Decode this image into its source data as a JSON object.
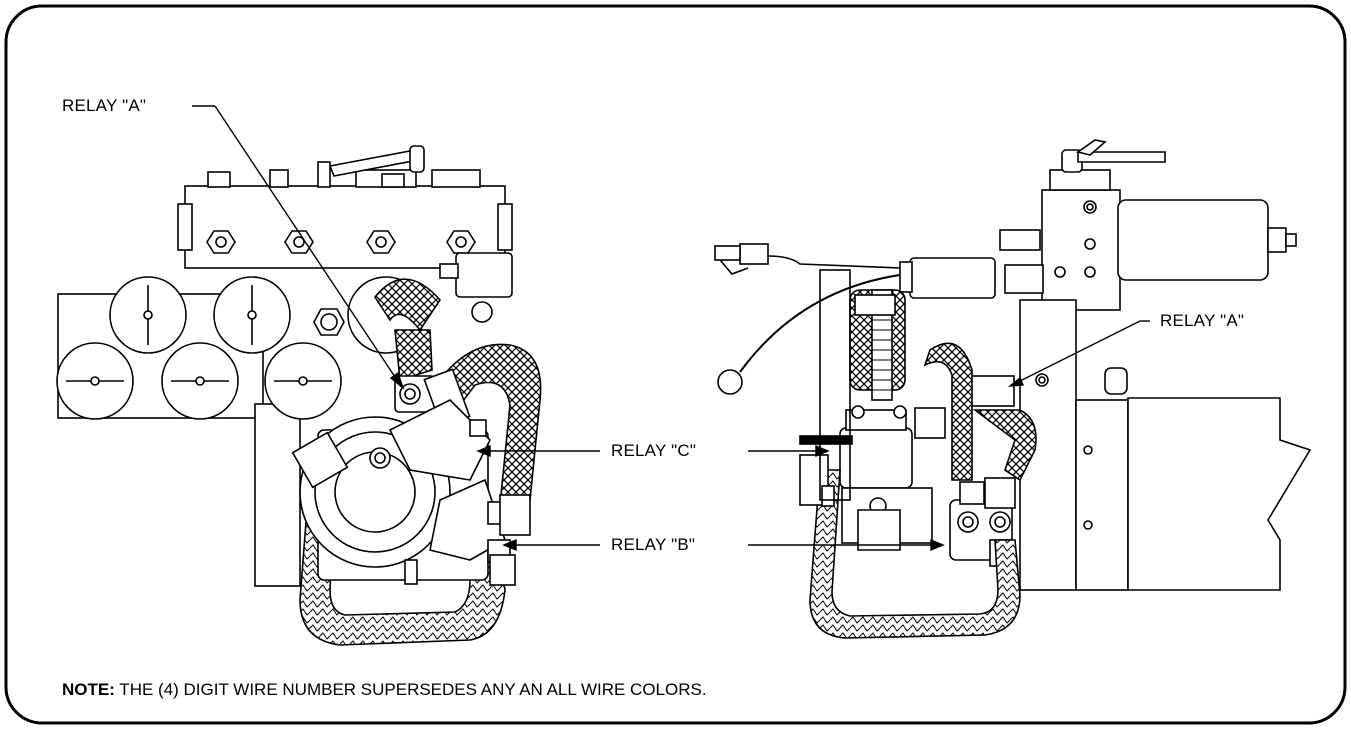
{
  "callouts": {
    "relay_a_left": "RELAY \"A\"",
    "relay_a_right": "RELAY \"A\"",
    "relay_c": "RELAY \"C\"",
    "relay_b": "RELAY \"B\""
  },
  "note": {
    "prefix": "NOTE:",
    "text": " THE (4) DIGIT WIRE NUMBER SUPERSEDES ANY AN ALL WIRE COLORS."
  }
}
